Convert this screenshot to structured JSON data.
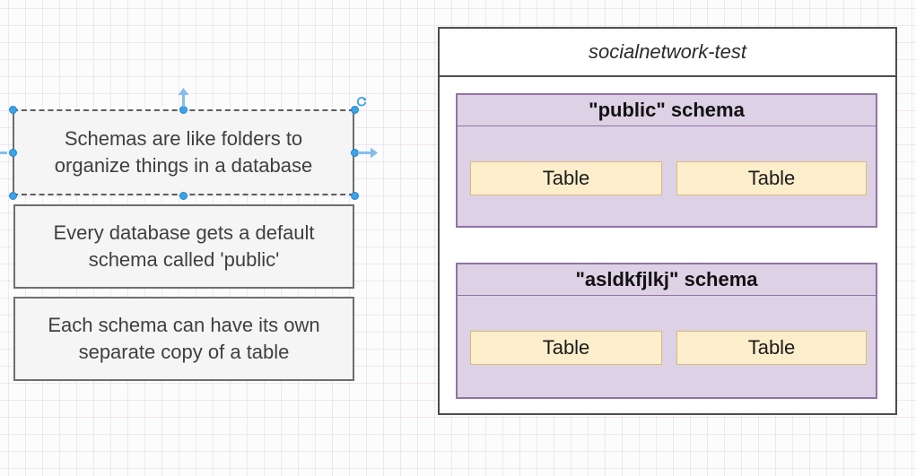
{
  "canvas": {
    "notes": [
      {
        "lines": [
          "Schemas are like folders to",
          "organize things in a database"
        ],
        "selected": true
      },
      {
        "lines": [
          "Every database gets a default",
          "schema called 'public'"
        ],
        "selected": false
      },
      {
        "lines": [
          "Each schema can have its own",
          "separate copy of a table"
        ],
        "selected": false
      }
    ],
    "database": {
      "title": "socialnetwork-test",
      "schemas": [
        {
          "title": "\"public\" schema",
          "tables": [
            "Table",
            "Table"
          ]
        },
        {
          "title": "\"asldkfjlkj\" schema",
          "tables": [
            "Table",
            "Table"
          ]
        }
      ]
    },
    "colors": {
      "selection_handle": "#3ca3e8",
      "selection_arrow": "#85bdec",
      "schema_fill": "#ddd1e5",
      "schema_border": "#9173a3",
      "table_fill": "#fdeecb",
      "table_border": "#d8bb7c",
      "container_border": "#4d4d4d",
      "note_fill": "#f5f5f5",
      "note_border": "#6e6e6e",
      "note_text": "#3f3f3f"
    }
  }
}
